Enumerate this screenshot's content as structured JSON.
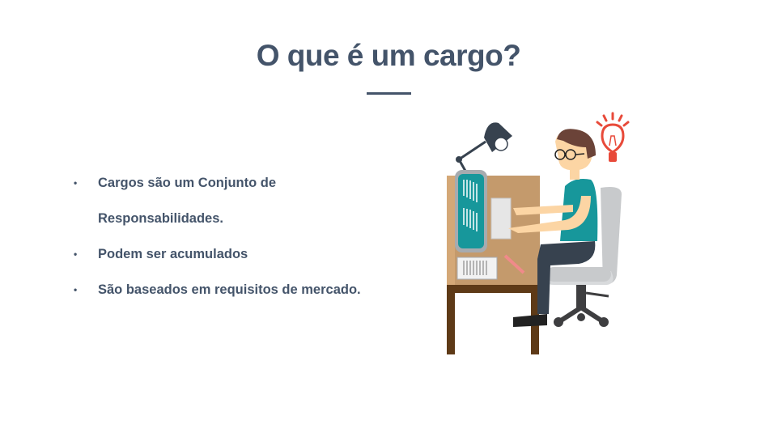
{
  "slide": {
    "title": "O que é um cargo?",
    "bullets": [
      {
        "lines": [
          "Cargos são um Conjunto de",
          "Responsabilidades."
        ]
      },
      {
        "lines": [
          "Podem ser acumulados"
        ]
      },
      {
        "lines": [
          "São baseados em requisitos de mercado."
        ]
      }
    ],
    "bullet_symbol": "•",
    "illustration": "person-at-desk-with-lightbulb",
    "colors": {
      "title": "#44546a",
      "desk": "#c49a6c",
      "screen": "#17979b",
      "shirt": "#17979b",
      "bulb": "#e84a3a"
    }
  }
}
